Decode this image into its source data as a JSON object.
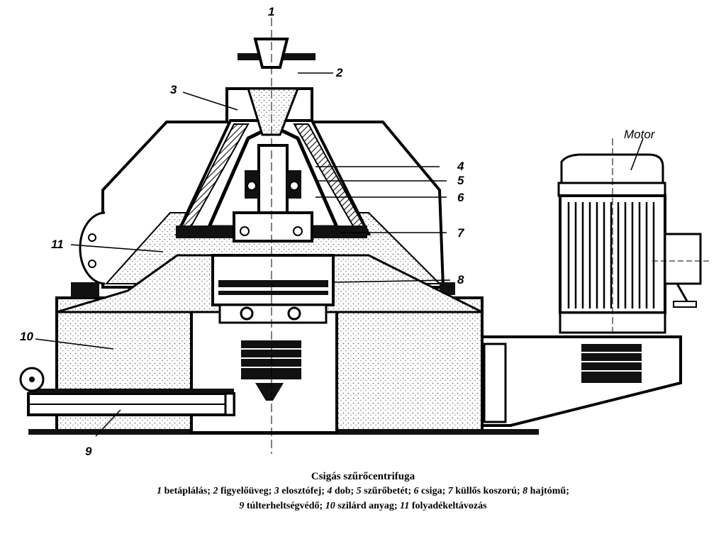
{
  "labels": {
    "n1": "1",
    "n2": "2",
    "n3": "3",
    "n4": "4",
    "n5": "5",
    "n6": "6",
    "n7": "7",
    "n8": "8",
    "n9": "9",
    "n10": "10",
    "n11": "11",
    "motor": "Motor"
  },
  "caption": {
    "title": "Csigás szűrőcentrifuga",
    "legend": [
      {
        "num": "1",
        "text": "betáplálás;"
      },
      {
        "num": "2",
        "text": "figyelőüveg;"
      },
      {
        "num": "3",
        "text": "elosztófej;"
      },
      {
        "num": "4",
        "text": "dob;"
      },
      {
        "num": "5",
        "text": "szűrőbetét;"
      },
      {
        "num": "6",
        "text": "csiga;"
      },
      {
        "num": "7",
        "text": "küllős koszorú;"
      },
      {
        "num": "8",
        "text": "hajtómű;"
      },
      {
        "num": "9",
        "text": "túlterheltségvédő;"
      },
      {
        "num": "10",
        "text": "szilárd anyag;"
      },
      {
        "num": "11",
        "text": "folyadékeltávozás"
      }
    ]
  }
}
